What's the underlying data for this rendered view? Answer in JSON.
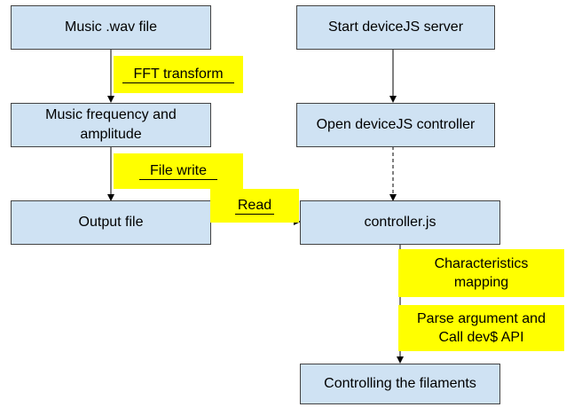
{
  "boxes": {
    "music_wav": "Music .wav file",
    "music_freq_line1": "Music frequency and",
    "music_freq_line2": "amplitude",
    "output_file": "Output file",
    "start_server": "Start deviceJS server",
    "open_controller": "Open deviceJS controller",
    "controller_js": "controller.js",
    "controlling_filaments": "Controlling the filaments"
  },
  "labels": {
    "fft": "FFT transform",
    "file_write": "File write",
    "read": "Read",
    "characteristics_line1": "Characteristics",
    "characteristics_line2": "mapping",
    "parse_line1": "Parse argument and",
    "parse_line2": "Call dev$ API"
  },
  "colors": {
    "box_fill": "#cfe2f3",
    "box_border": "#434343",
    "label_fill": "#ffff00",
    "line": "#000000"
  }
}
